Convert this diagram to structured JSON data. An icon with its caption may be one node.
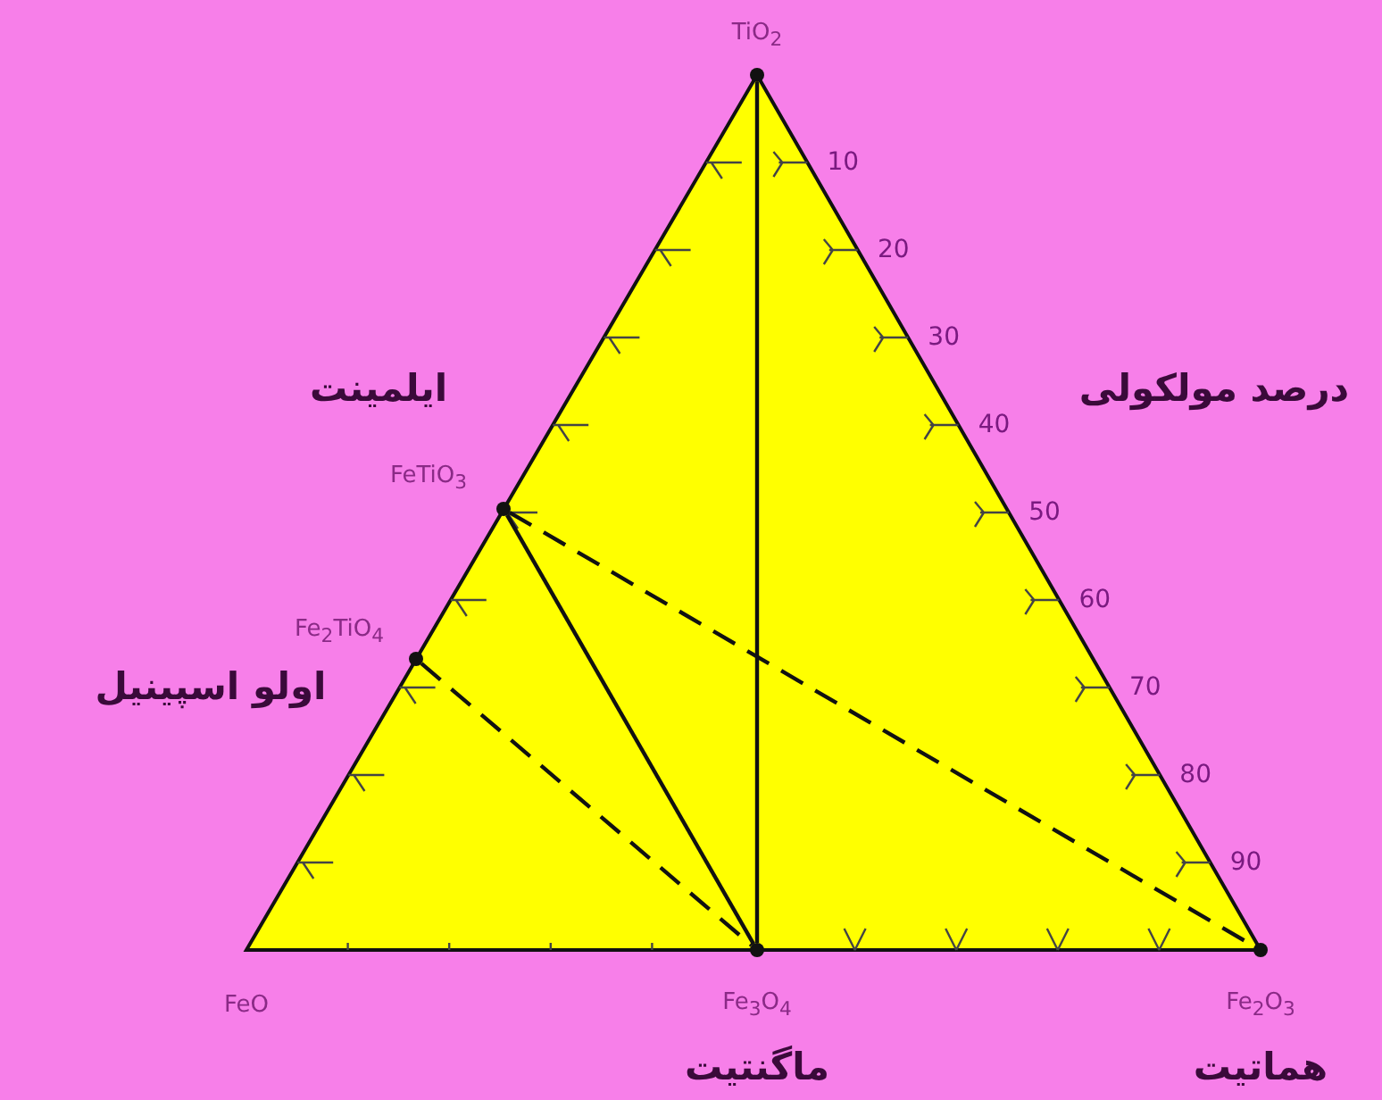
{
  "diagram": {
    "nodes": [
      {
        "text": [],
        "shape": "circle",
        "beside": [
          "TiO$_{2}$"
        ]
      },
      {
        "text": [],
        "shape": "circle",
        "beside": [
          "FeTiO$_{3}$",
          "ایلمینت"
        ]
      },
      {
        "text": [],
        "shape": "circle",
        "beside": [
          "Fe$_{2}$TiO$_{4}$",
          "اولو اسپینیل"
        ]
      },
      {
        "text": [],
        "shape": "circle",
        "beside": [
          "Fe$_{3}$O$_{4}$",
          "ماگنتیت"
        ]
      },
      {
        "text": [],
        "shape": "circle",
        "beside": [
          "Fe$_{2}$O$_{3}$",
          "هماتیت"
        ]
      }
    ],
    "edges": [
      {
        "from": 0,
        "to": 3,
        "arrow": "none"
      },
      {
        "from": 1,
        "to": 3,
        "arrow": "none"
      },
      {
        "from": 1,
        "to": 4,
        "arrow": "none",
        "style": "dashed"
      },
      {
        "from": 2,
        "to": 3,
        "arrow": "none",
        "style": "dashed"
      }
    ],
    "labels": [
      "10",
      "20",
      "30",
      "درصد مولکولی",
      "40",
      "50",
      "60",
      "70",
      "80",
      "90",
      "FeO"
    ]
  }
}
